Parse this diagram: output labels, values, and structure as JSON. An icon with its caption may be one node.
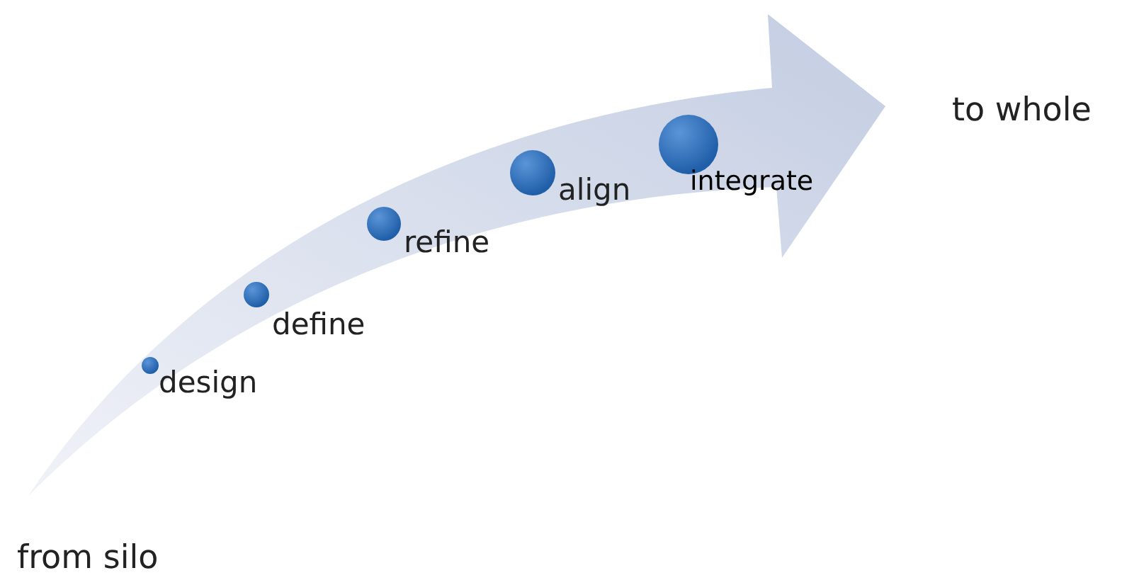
{
  "diagram": {
    "labels": [
      "design",
      "define",
      "refine",
      "align",
      "integrate",
      "from silo",
      "to whole"
    ]
  }
}
